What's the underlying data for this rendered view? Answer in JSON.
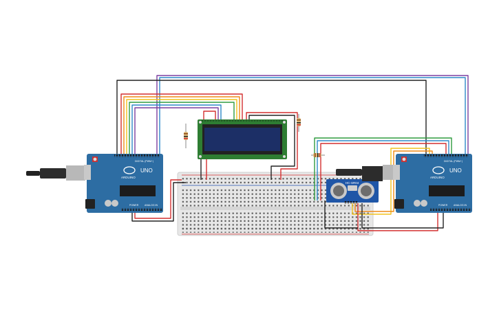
{
  "circuit": {
    "board_left": {
      "logo": "ARDUINO",
      "model": "UNO",
      "section_digital": "DIGITAL (PWM~)",
      "section_power": "POWER",
      "section_analog": "ANALOG IN"
    },
    "board_right": {
      "logo": "ARDUINO",
      "model": "UNO",
      "section_digital": "DIGITAL (PWM~)",
      "section_power": "POWER",
      "section_analog": "ANALOG IN"
    },
    "sensor": {
      "model": "HC-SR04"
    },
    "colors": {
      "arduino_blue": "#2d6da3",
      "breadboard": "#e8e8e8",
      "lcd_body": "#2e7d32",
      "lcd_screen": "#1c2f66",
      "sensor_blue": "#1f56a7",
      "wire_red": "#d32f2f",
      "wire_black": "#222222",
      "wire_orange": "#ef8a17",
      "wire_yellow": "#f2c21b",
      "wire_green": "#2e9b3e",
      "wire_blue": "#2d89c8",
      "wire_purple": "#7b3fa0"
    }
  }
}
